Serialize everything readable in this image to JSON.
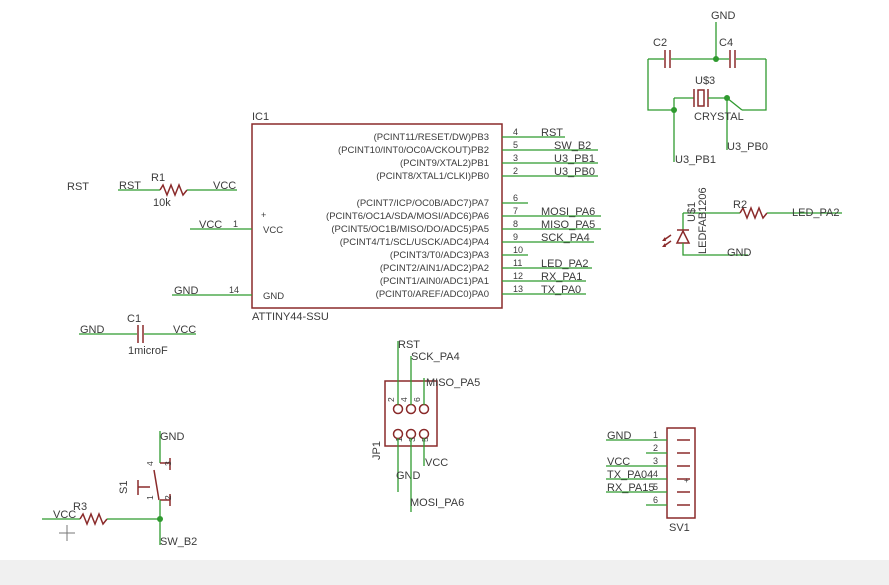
{
  "ic1": {
    "ref": "IC1",
    "part": "ATTINY44-SSU",
    "pins_right": [
      {
        "label": "(PCINT11/RESET/DW)PB3",
        "num": "4",
        "net": "RST"
      },
      {
        "label": "(PCINT10/INT0/OC0A/CKOUT)PB2",
        "num": "5",
        "net": "SW_B2"
      },
      {
        "label": "(PCINT9/XTAL2)PB1",
        "num": "3",
        "net": "U3_PB1"
      },
      {
        "label": "(PCINT8/XTAL1/CLKI)PB0",
        "num": "2",
        "net": "U3_PB0"
      },
      {
        "label": "(PCINT7/ICP/OC0B/ADC7)PA7",
        "num": "6",
        "net": ""
      },
      {
        "label": "(PCINT6/OC1A/SDA/MOSI/ADC6)PA6",
        "num": "7",
        "net": "MOSI_PA6"
      },
      {
        "label": "(PCINT5/OC1B/MISO/DO/ADC5)PA5",
        "num": "8",
        "net": "MISO_PA5"
      },
      {
        "label": "(PCINT4/T1/SCL/USCK/ADC4)PA4",
        "num": "9",
        "net": "SCK_PA4"
      },
      {
        "label": "(PCINT3/T0/ADC3)PA3",
        "num": "10",
        "net": ""
      },
      {
        "label": "(PCINT2/AIN1/ADC2)PA2",
        "num": "11",
        "net": "LED_PA2"
      },
      {
        "label": "(PCINT1/AIN0/ADC1)PA1",
        "num": "12",
        "net": "RX_PA1"
      },
      {
        "label": "(PCINT0/AREF/ADC0)PA0",
        "num": "13",
        "net": "TX_PA0"
      }
    ],
    "vcc_pin": {
      "label": "VCC",
      "num": "1",
      "net": "VCC"
    },
    "gnd_pin": {
      "label": "GND",
      "num": "14",
      "net": "GND"
    }
  },
  "r1": {
    "ref": "R1",
    "value": "10k",
    "net_left": "RST",
    "net_mid": "RST",
    "net_right": "VCC"
  },
  "c1": {
    "ref": "C1",
    "value": "1microF",
    "net_left": "GND",
    "net_right": "VCC"
  },
  "crystal": {
    "c2": "C2",
    "c4": "C4",
    "ref": "U$3",
    "value": "CRYSTAL",
    "gnd": "GND",
    "pb1": "U3_PB1",
    "pb0": "U3_PB0"
  },
  "led": {
    "ref": "U$1",
    "value": "LEDFAB1206",
    "r2": "R2",
    "net": "LED_PA2",
    "gnd": "GND"
  },
  "jp1": {
    "ref": "JP1",
    "nums_top": [
      "2",
      "4",
      "6"
    ],
    "nums_bottom": [
      "1",
      "3",
      "5"
    ],
    "rst": "RST",
    "sck": "SCK_PA4",
    "miso": "MISO_PA5",
    "vcc": "VCC",
    "gnd": "GND",
    "mosi": "MOSI_PA6"
  },
  "s1": {
    "ref": "S1",
    "gnd": "GND",
    "r3": "R3",
    "vcc": "VCC",
    "net": "SW_B2",
    "pins": [
      "4",
      "3",
      "1",
      "2"
    ]
  },
  "sv1": {
    "ref": "SV1",
    "pins": [
      "1",
      "2",
      "3",
      "4",
      "5",
      "6"
    ],
    "nets": [
      "GND",
      "",
      "VCC",
      "TX_PA04",
      "RX_PA15",
      ""
    ]
  },
  "colors": {
    "wire": "#2f9a2f",
    "symbol": "#8a2a2a",
    "text": "#3b3b3b",
    "background": "#ffffff"
  }
}
